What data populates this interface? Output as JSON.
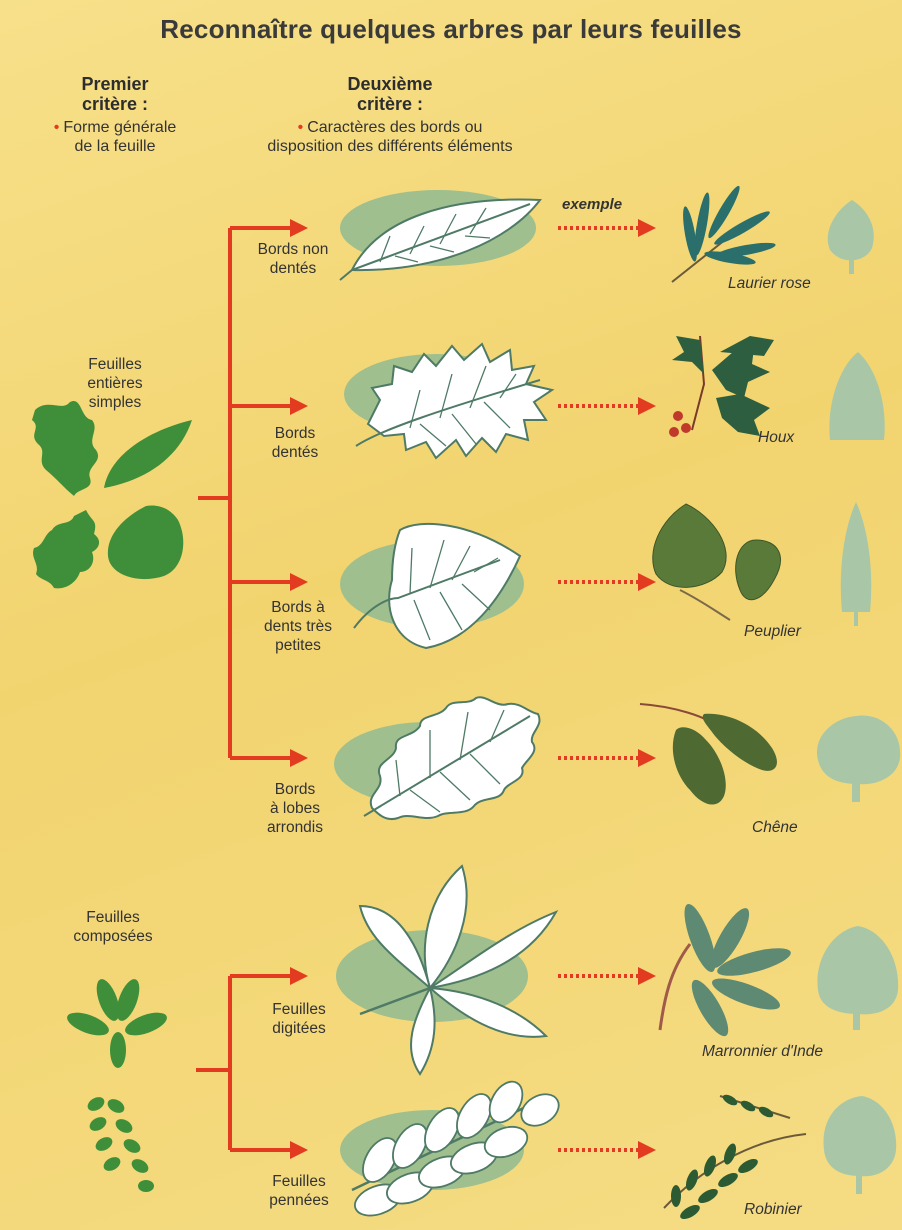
{
  "title": "Reconnaître quelques arbres par leurs feuilles",
  "criteria": {
    "first": {
      "heading_line1": "Premier",
      "heading_line2": "critère :",
      "bullet": "•",
      "desc_line1": "Forme générale",
      "desc_line2": "de la feuille"
    },
    "second": {
      "heading_line1": "Deuxième",
      "heading_line2": "critère :",
      "bullet": "•",
      "desc_line1": "Caractères des bords ou",
      "desc_line2": "disposition des différents éléments"
    }
  },
  "groups": {
    "simple": {
      "line1": "Feuilles",
      "line2": "entières",
      "line3": "simples"
    },
    "compound": {
      "line1": "Feuilles",
      "line2": "composées"
    }
  },
  "example_label": "exemple",
  "branches": [
    {
      "label_lines": [
        "Bords non",
        "dentés"
      ],
      "tree": "Laurier rose"
    },
    {
      "label_lines": [
        "Bords",
        "dentés"
      ],
      "tree": "Houx"
    },
    {
      "label_lines": [
        "Bords à",
        "dents très",
        "petites"
      ],
      "tree": "Peuplier"
    },
    {
      "label_lines": [
        "Bords",
        "à lobes",
        "arrondis"
      ],
      "tree": "Chêne"
    },
    {
      "label_lines": [
        "Feuilles",
        "digitées"
      ],
      "tree": "Marronnier d'Inde"
    },
    {
      "label_lines": [
        "Feuilles",
        "pennées"
      ],
      "tree": "Robinier"
    }
  ],
  "colors": {
    "background": "#f3d976",
    "arrow": "#e23b1f",
    "leaf_green": "#3f8f3a",
    "leaf_dark": "#2c5e3f",
    "blob": "#9fbf8e",
    "silhouette": "#a9c7a7"
  }
}
